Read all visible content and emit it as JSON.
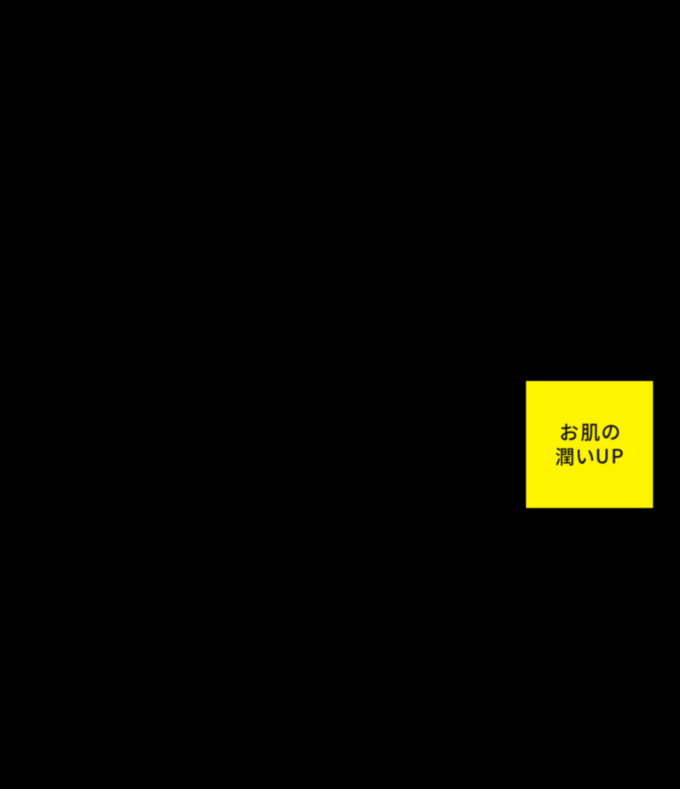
{
  "page": {
    "background_color": "#000000"
  },
  "badge": {
    "lines": [
      "お肌の",
      "潤いUP"
    ],
    "text": "お肌の潤いUP",
    "background_color": "#fff400",
    "text_color": "#111111"
  }
}
